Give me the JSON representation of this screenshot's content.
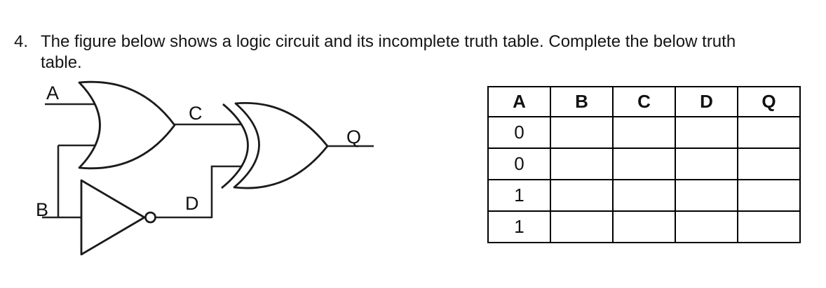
{
  "question": {
    "number": "4.",
    "line1": "The figure below shows a logic circuit and its incomplete truth table. Complete the below truth",
    "line2": "table."
  },
  "circuit": {
    "labels": {
      "a": "A",
      "b": "B",
      "c": "C",
      "d": "D",
      "q": "Q"
    },
    "gates": [
      {
        "name": "or-gate",
        "type": "OR",
        "inputs": [
          "A",
          "B"
        ],
        "output": "C"
      },
      {
        "name": "not-gate",
        "type": "NOT",
        "inputs": [
          "B"
        ],
        "output": "D"
      },
      {
        "name": "xor-gate",
        "type": "XOR",
        "inputs": [
          "C",
          "D"
        ],
        "output": "Q"
      }
    ]
  },
  "truth_table": {
    "headers": [
      "A",
      "B",
      "C",
      "D",
      "Q"
    ],
    "rows": [
      [
        "0",
        "",
        "",
        "",
        ""
      ],
      [
        "0",
        "",
        "",
        "",
        ""
      ],
      [
        "1",
        "",
        "",
        "",
        ""
      ],
      [
        "1",
        "",
        "",
        "",
        ""
      ]
    ]
  },
  "colors": {
    "ink": "#111111",
    "background": "#ffffff"
  }
}
